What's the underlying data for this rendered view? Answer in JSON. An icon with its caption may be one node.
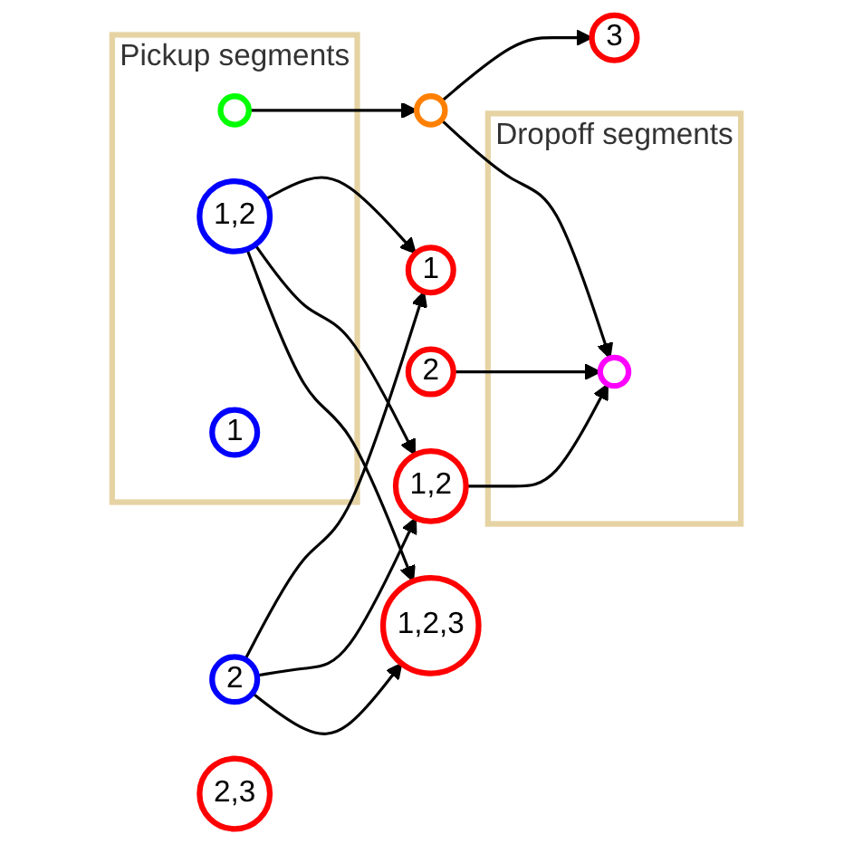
{
  "diagram": {
    "nodes": [
      {
        "text": [
          "Pickup segments"
        ]
      },
      {
        "text": [],
        "shape": "circle",
        "in": 0
      },
      {
        "text": [],
        "shape": "circle"
      },
      {
        "text": [
          "3"
        ]
      },
      {
        "text": [
          "Dropoff segments"
        ]
      },
      {
        "text": [],
        "shape": "circle",
        "in": 4
      },
      {
        "text": [
          "1,2"
        ],
        "in": 0
      },
      {
        "text": [
          "1"
        ]
      },
      {
        "text": [
          "2"
        ]
      },
      {
        "text": [
          "1"
        ],
        "in": 0
      },
      {
        "text": [
          "2"
        ]
      },
      {
        "text": [
          "1,2"
        ]
      },
      {
        "text": [
          "2,3"
        ]
      },
      {
        "text": [
          "1,2,3"
        ]
      }
    ],
    "edges": [
      {
        "from": 1,
        "to": 2,
        "arrow": "to"
      },
      {
        "from": 2,
        "to": 3,
        "arrow": "to"
      },
      {
        "from": 2,
        "to": 5,
        "arrow": "to"
      },
      {
        "from": 6,
        "to": 7,
        "arrow": "to"
      },
      {
        "from": 8,
        "to": 5,
        "arrow": "to"
      },
      {
        "from": 6,
        "to": 11,
        "arrow": "to"
      },
      {
        "from": 6,
        "to": 13,
        "arrow": "to"
      },
      {
        "from": 10,
        "to": 7,
        "arrow": "to"
      },
      {
        "from": 10,
        "to": 11,
        "arrow": "to"
      },
      {
        "from": 10,
        "to": 13,
        "arrow": "to"
      },
      {
        "from": 11,
        "to": 5,
        "arrow": "to"
      }
    ]
  }
}
